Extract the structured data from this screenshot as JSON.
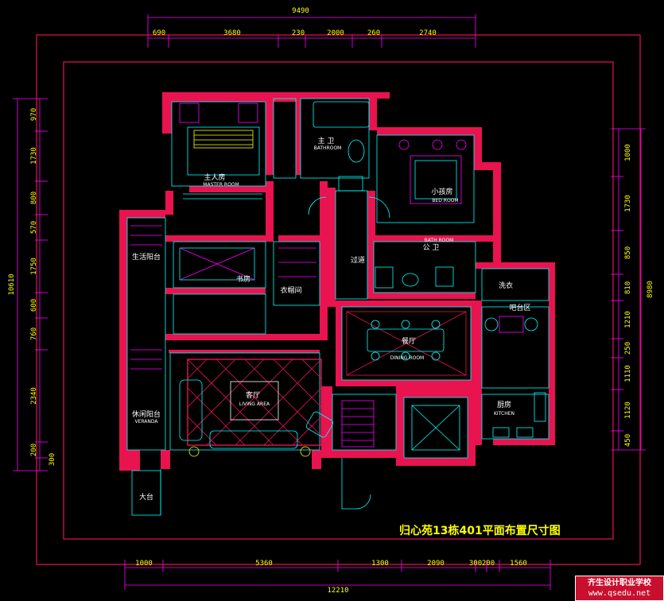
{
  "title": "归心苑13栋401平面布置尺寸图",
  "dims_top_total": "9490",
  "dims_top": [
    "690",
    "3680",
    "230",
    "2000",
    "260",
    "2740"
  ],
  "dims_bottom": [
    "1000",
    "5360",
    "1300",
    "2090",
    "300",
    "200",
    "1560"
  ],
  "dims_bottom_total": "12210",
  "dims_left_total": "10610",
  "dims_left": [
    "970",
    "1730",
    "800",
    "570",
    "1750",
    "600",
    "760",
    "2340",
    "200",
    "300"
  ],
  "dims_right_total": "8980",
  "dims_right": [
    "1000",
    "1730",
    "850",
    "810",
    "1210",
    "250",
    "1110",
    "1120",
    "450"
  ],
  "rooms": {
    "master_cn": "主人房",
    "master_en": "MASTER ROOM",
    "master_bath": "主 卫",
    "master_bath_en": "BATHROOM",
    "bed2_cn": "小孩房",
    "bed2_en": "BED ROOM",
    "bath_cn": "公 卫",
    "bath_en": "BATH ROOM",
    "living_cn": "客厅",
    "living_en": "LIVING AREA",
    "dining_cn": "餐厅",
    "dining_en": "DINING ROOM",
    "kitchen_cn": "厨房",
    "kitchen_en": "KITCHEN",
    "bar": "吧台区",
    "balcony_top": "生活阳台",
    "balcony_bottom": "休闲阳台",
    "veranda": "VERANDA",
    "cloak": "衣帽间",
    "study": "书房",
    "corridor": "过道",
    "terrace": "大台",
    "laundry": "洗衣"
  },
  "watermark": {
    "line1": "齐生设计职业学校",
    "line2": "www.qsedu.net"
  },
  "colors": {
    "wall": "#e8134f",
    "line": "#00ffff",
    "dim": "#ffff00",
    "furniture": "#ff00ff",
    "text": "#ffffff"
  }
}
